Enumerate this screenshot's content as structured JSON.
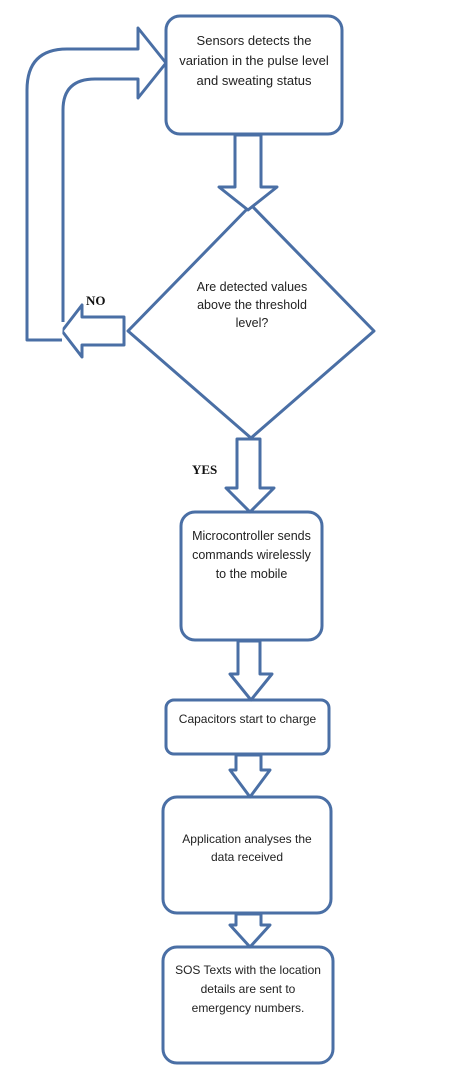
{
  "diagram": {
    "nodes": [
      {
        "id": "sensors",
        "shape": "rounded-rect",
        "label": "Sensors detects the variation in the pulse level and sweating status"
      },
      {
        "id": "decision",
        "shape": "diamond",
        "label": "Are detected values above the threshold level?"
      },
      {
        "id": "microcontroller",
        "shape": "rounded-rect",
        "label": "Microcontroller sends commands wirelessly to the mobile"
      },
      {
        "id": "capacitors",
        "shape": "rounded-rect",
        "label": "Capacitors start to charge"
      },
      {
        "id": "application",
        "shape": "rounded-rect",
        "label": "Application analyses the data received"
      },
      {
        "id": "sos",
        "shape": "rounded-rect",
        "label": "SOS Texts with the location details are sent to emergency numbers."
      }
    ],
    "edges": [
      {
        "from": "sensors",
        "to": "decision",
        "label": ""
      },
      {
        "from": "decision",
        "to": "sensors",
        "label": "NO"
      },
      {
        "from": "decision",
        "to": "microcontroller",
        "label": "YES"
      },
      {
        "from": "microcontroller",
        "to": "capacitors",
        "label": ""
      },
      {
        "from": "capacitors",
        "to": "application",
        "label": ""
      },
      {
        "from": "application",
        "to": "sos",
        "label": ""
      }
    ],
    "colors": {
      "stroke": "#4a6fa5",
      "fill": "#ffffff",
      "text": "#222222"
    }
  }
}
